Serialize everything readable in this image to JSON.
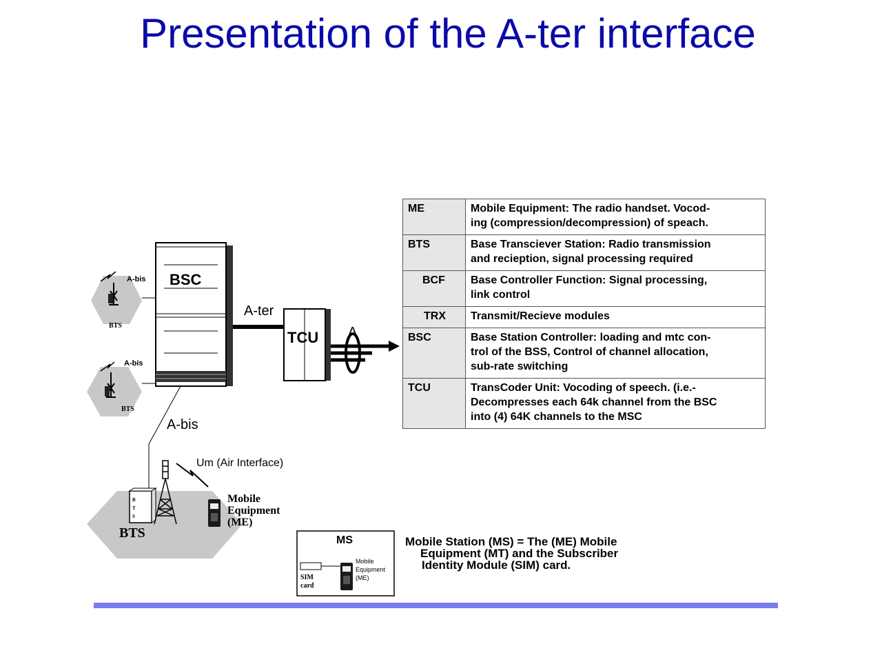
{
  "title": "Presentation of the A-ter interface",
  "diagram": {
    "bsc_label": "BSC",
    "tcu_label": "TCU",
    "a_ter_label": "A-ter",
    "a_label": "A",
    "a_bis_label": "A-bis",
    "a_bis_small_1": "A-bis",
    "a_bis_small_2": "A-bis",
    "bts_small_1": "BTS",
    "bts_small_2": "BTS",
    "bts_large": "BTS",
    "bts_box_letters": [
      "B",
      "T",
      "S"
    ],
    "um_label": "Um  (Air Interface)",
    "mobile_equipment_label": [
      "Mobile",
      "Equipment",
      "(ME)"
    ],
    "ms_box": {
      "title": "MS",
      "sim_label": [
        "SIM",
        "card"
      ],
      "me_label": [
        "Mobile",
        "Equipment",
        "(ME)"
      ]
    }
  },
  "definitions": [
    {
      "term": "ME",
      "desc": [
        "Mobile Equipment: The radio handset.  Vocod-",
        "ing (compression/decompression) of speach."
      ]
    },
    {
      "term": "BTS",
      "desc": [
        "Base Transciever Station: Radio transmission",
        "and recieption, signal processing required"
      ]
    },
    {
      "term": "BCF",
      "desc": [
        "Base Controller Function: Signal processing,",
        "link control"
      ]
    },
    {
      "term": "TRX",
      "desc": [
        "Transmit/Recieve modules"
      ]
    },
    {
      "term": "BSC",
      "desc": [
        "Base Station Controller: loading and mtc con-",
        "trol of the BSS, Control  of channel allocation,",
        "sub-rate switching"
      ]
    },
    {
      "term": "TCU",
      "desc": [
        "TransCoder Unit: Vocoding of speech. (i.e.-",
        "Decompresses each 64k channel from the BSC",
        "into (4) 64K channels to the MSC"
      ]
    }
  ],
  "ms_note": [
    "Mobile Station (MS) = The (ME) Mobile",
    "Equipment (MT) and the Subscriber",
    "Identity Module (SIM) card."
  ],
  "colors": {
    "title": "#0a0aa8",
    "footer_bar": "#7b7bf0",
    "hexagon": "#c8c8c8"
  }
}
